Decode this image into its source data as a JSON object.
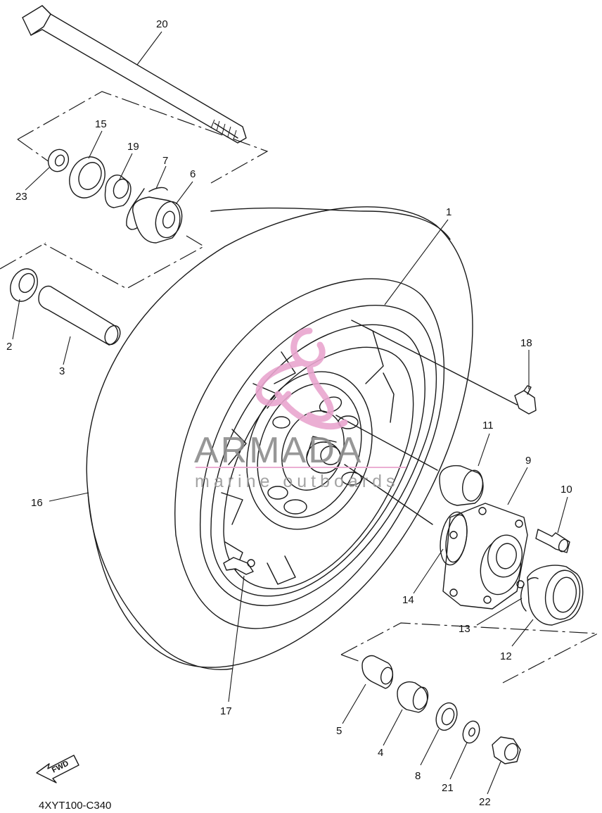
{
  "diagram": {
    "drawing_code": "4XYT100-C340",
    "direction_label": "FWD",
    "callouts": [
      {
        "id": "c1",
        "label": "1"
      },
      {
        "id": "c2",
        "label": "2"
      },
      {
        "id": "c3",
        "label": "3"
      },
      {
        "id": "c4",
        "label": "4"
      },
      {
        "id": "c5",
        "label": "5"
      },
      {
        "id": "c6",
        "label": "6"
      },
      {
        "id": "c7",
        "label": "7"
      },
      {
        "id": "c8",
        "label": "8"
      },
      {
        "id": "c9",
        "label": "9"
      },
      {
        "id": "c10",
        "label": "10"
      },
      {
        "id": "c11",
        "label": "11"
      },
      {
        "id": "c12",
        "label": "12"
      },
      {
        "id": "c13",
        "label": "13"
      },
      {
        "id": "c14",
        "label": "14"
      },
      {
        "id": "c15",
        "label": "15"
      },
      {
        "id": "c16",
        "label": "16"
      },
      {
        "id": "c17",
        "label": "17"
      },
      {
        "id": "c18",
        "label": "18"
      },
      {
        "id": "c19",
        "label": "19"
      },
      {
        "id": "c20",
        "label": "20"
      },
      {
        "id": "c21",
        "label": "21"
      },
      {
        "id": "c22",
        "label": "22"
      },
      {
        "id": "c23",
        "label": "23"
      }
    ]
  },
  "watermark": {
    "brand": "ARMADA",
    "tagline": "marine outboards",
    "color": "#e9a6cf"
  }
}
